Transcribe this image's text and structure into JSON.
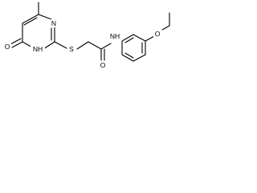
{
  "structure": {
    "atoms": {
      "ring_n_top": "N",
      "ring_nh": "NH",
      "carbonyl_o_ring": "O",
      "thioether_s": "S",
      "amide_o": "O",
      "amide_nh": "NH",
      "ether_o": "O"
    }
  },
  "colors": {
    "bond": "#000000",
    "label": "#000000",
    "background": "#ffffff"
  }
}
